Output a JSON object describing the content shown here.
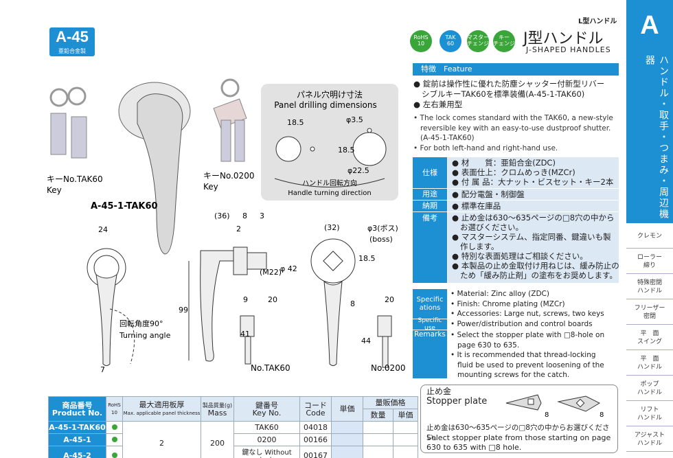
{
  "header": {
    "code": "A-45",
    "material_sub": "亜鉛合金製",
    "category_small": "L型ハンドル",
    "title_jp": "J型ハンドル",
    "title_en": "J-SHAPED HANDLES",
    "badges": [
      {
        "line1": "RoHS",
        "line2": "10",
        "color": "#3aa63a"
      },
      {
        "line1": "TAK",
        "line2": "60",
        "color": "#1d8fd3"
      },
      {
        "line1": "マスター",
        "line2": "チェンジ",
        "color": "#3aa63a"
      },
      {
        "line1": "キー",
        "line2": "チェンジ",
        "color": "#3aa63a"
      }
    ]
  },
  "sidebar": {
    "letter": "A",
    "category": "ハンドル・取手・つまみ・周辺機器",
    "items": [
      [
        "クレモン"
      ],
      [
        "ローラー",
        "締り"
      ],
      [
        "特殊密閉",
        "ハンドル"
      ],
      [
        "フリーザー",
        "密閉"
      ],
      [
        "平　面",
        "スイング"
      ],
      [
        "平　面",
        "ハンドル"
      ],
      [
        "ポップ",
        "ハンドル"
      ],
      [
        "リフト",
        "ハンドル"
      ],
      [
        "アジャスト",
        "ハンドル"
      ]
    ]
  },
  "images": {
    "key_tak60_jp": "キーNo.TAK60",
    "key_tak60_en": "Key",
    "key_0200_jp": "キーNo.0200",
    "key_0200_en": "Key",
    "model_label": "A-45-1-TAK60",
    "panel_title_jp": "パネル穴明け寸法",
    "panel_title_en": "Panel drilling dimensions",
    "rot_jp": "ハンドル回転方向",
    "rot_en": "Handle turning direction",
    "angle_jp": "回転角度90°",
    "angle_en": "Turning angle",
    "key_no_tak60": "No.TAK60",
    "key_no_0200": "No.0200",
    "boss": "φ3(ボス)",
    "boss_en": "(boss)"
  },
  "dims": {
    "d24": "24",
    "d7": "7",
    "d99": "99",
    "d36": "(36)",
    "d8": "8",
    "d3": "3",
    "d2": "2",
    "d9": "9",
    "d20a": "20",
    "d41": "41",
    "m22": "(M22)",
    "phi42": "φ 42",
    "d32": "(32)",
    "d185": "18.5",
    "d8s": "8",
    "d20b": "20",
    "d44": "44",
    "p185": "18.5",
    "p35": "φ3.5",
    "p185v": "18.5",
    "p225": "φ22.5"
  },
  "features": {
    "title": "特徴　Feature",
    "jp": [
      "錠前は操作性に優れた防塵シャッター付新型リバー",
      "シブルキーTAK60を標準装備(A-45-1-TAK60)",
      "左右兼用型"
    ],
    "en": [
      "The lock comes standard with the TAK60, a new-style",
      "reversible key with an easy-to-use dustproof shutter.",
      "(A-45-1-TAK60)",
      "For both left-hand and right-hand use."
    ]
  },
  "spec_jp": {
    "shiyo": "仕様",
    "shiyo_lines": [
      "材　　質：亜鉛合金(ZDC)",
      "表面仕上：クロムめっき(MZCr)",
      "付 属 品：大ナット・ビスセット・キー2本"
    ],
    "yoto": "用途",
    "yoto_val": "配分電盤・制御盤",
    "noki": "納期",
    "noki_val": "標準在庫品",
    "biko": "備考",
    "biko_lines": [
      "止め金は630〜635ページの□8穴の中から",
      "お選びください。",
      "マスターシステム、指定同番、鍵違いも製",
      "作します。",
      "特別な表面処理はご相談ください。",
      "本製品の止め金取付け用ねじは、緩み防止の",
      "ため「緩み防止剤」の塗布をお奨めします。"
    ]
  },
  "spec_en": {
    "spec_h": "Specifications",
    "spec_lines": [
      "Material: Zinc alloy (ZDC)",
      "Finish: Chrome plating (MZCr)",
      "Accessories: Large nut, screws, two keys"
    ],
    "use_h": "Specific use",
    "use_val": "Power/distribution and control boards",
    "rem_h": "Remarks",
    "rem_lines": [
      "Select the stopper plate with □8-hole on",
      "page 630 to 635.",
      "It is recommended that thread-locking",
      "fluid be used to prevent loosening of the",
      "mounting screws for the catch."
    ]
  },
  "table": {
    "h_prod_jp": "商品番号",
    "h_prod_en": "Product No.",
    "h_rohs": "RoHS",
    "h_rohs2": "10",
    "h_panel_jp": "最大適用板厚",
    "h_panel_en": "Max. applicable panel thickness",
    "h_mass_jp": "製品質量(g)",
    "h_mass_en": "Mass",
    "h_key_jp": "鍵番号",
    "h_key_en": "Key No.",
    "h_code_jp": "コード",
    "h_code_en": "Code",
    "h_price": "単価",
    "h_bulk": "量販価格",
    "h_qty": "数量",
    "h_price2": "単価",
    "panel": "2",
    "mass": "200",
    "rows": [
      {
        "prod": "A-45-1-TAK60",
        "key": "TAK60",
        "code": "04018"
      },
      {
        "prod": "A-45-1",
        "key": "0200",
        "code": "00166"
      },
      {
        "prod": "A-45-2",
        "key": "鍵なし Without lock",
        "code": "00167"
      }
    ]
  },
  "stopper": {
    "title_jp": "止め金",
    "title_en": "Stopper plate",
    "d8a": "8",
    "d8b": "8",
    "note_jp": "止め金は630〜635ページの□8穴の中からお選びください。",
    "note_en1": "Select stopper plate from those starting on page",
    "note_en2": "630 to 635 with □8 hole."
  }
}
